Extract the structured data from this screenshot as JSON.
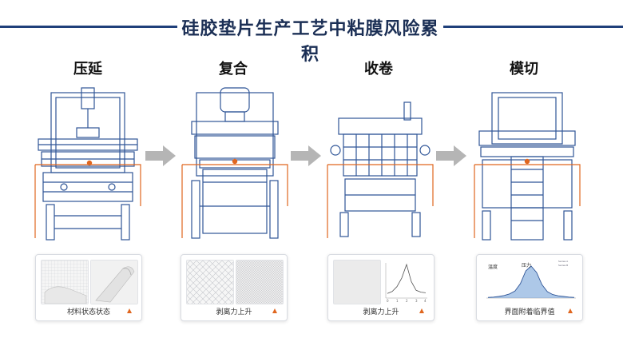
{
  "header": {
    "title": "硅胶垫片生产工艺中粘膜风险累积"
  },
  "steps": [
    {
      "title": "压延",
      "caption": "材料状态状态"
    },
    {
      "title": "复合",
      "caption": "剥离力上升"
    },
    {
      "title": "收卷",
      "caption": "剥离力上升"
    },
    {
      "title": "模切",
      "caption": "界面附着临界值"
    }
  ],
  "chart": {
    "label_left": "温度",
    "label_top": "压力",
    "legend": [
      "Series A",
      "Series B"
    ],
    "x_ticks": [
      "0",
      "1",
      "2",
      "3",
      "4"
    ]
  },
  "chart_data": [
    {
      "type": "line",
      "title": "",
      "series": [
        {
          "values": [
            0.5,
            0.8,
            1.6,
            3.0,
            5.2,
            2.4,
            1.0,
            0.7,
            0.6
          ]
        }
      ],
      "x": [
        0,
        1,
        2,
        3,
        4,
        5,
        6,
        7,
        8
      ]
    },
    {
      "type": "area",
      "title": "",
      "x": [
        0,
        1,
        2,
        3,
        4,
        5,
        6,
        7,
        8,
        9,
        10,
        11,
        12,
        13,
        14,
        15,
        16
      ],
      "series": [
        {
          "values": [
            0.02,
            0.03,
            0.05,
            0.08,
            0.13,
            0.22,
            0.45,
            0.85,
            1.0,
            0.8,
            0.42,
            0.2,
            0.11,
            0.07,
            0.05,
            0.03,
            0.02
          ]
        }
      ]
    }
  ],
  "colors": {
    "accent": "#e0661f",
    "line": "#2f5597",
    "arrow": "#b5b5b5",
    "header": "#1f3f7a"
  }
}
